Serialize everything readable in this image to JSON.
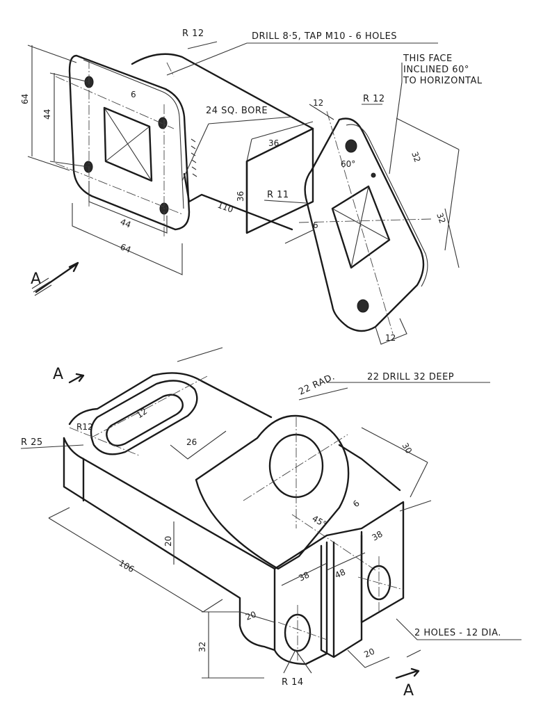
{
  "top_view": {
    "notes": {
      "r12_top": "R 12",
      "drill": "DRILL 8·5, TAP M10 - 6 HOLES",
      "face_line1": "THIS FACE",
      "face_line2": "INCLINED 60°",
      "face_line3": "TO HORIZONTAL",
      "bore": "24 SQ. BORE",
      "r12_right": "R 12",
      "r11": "R 11"
    },
    "dims": {
      "d64_left": "64",
      "d44_left": "44",
      "d6_top": "6",
      "d12_top": "12",
      "d36_top": "36",
      "d32_upper": "32",
      "d60deg": "60°",
      "d110": "110",
      "d36_mid": "36",
      "d6_right": "6",
      "d32_lower": "32",
      "d44_bottom": "44",
      "d64_bottom": "64",
      "d12_bottom": "12"
    },
    "view_letter": "A"
  },
  "bottom_view": {
    "notes": {
      "rad22": "22 RAD.",
      "drill22": "22 DRILL 32 DEEP",
      "r12": "R12",
      "r25": "R 25",
      "holes": "2 HOLES - 12 DIA.",
      "r14": "R 14"
    },
    "dims": {
      "d12": "12",
      "d26": "26",
      "d30": "30",
      "d6": "6",
      "d45": "45°",
      "d38_right": "38",
      "d20_mid": "20",
      "d106": "106",
      "d38_front": "38",
      "d48": "48",
      "d20_front": "20",
      "d32": "32",
      "d20_bottom": "20"
    },
    "view_letter_top": "A",
    "view_letter_bottom": "A"
  }
}
